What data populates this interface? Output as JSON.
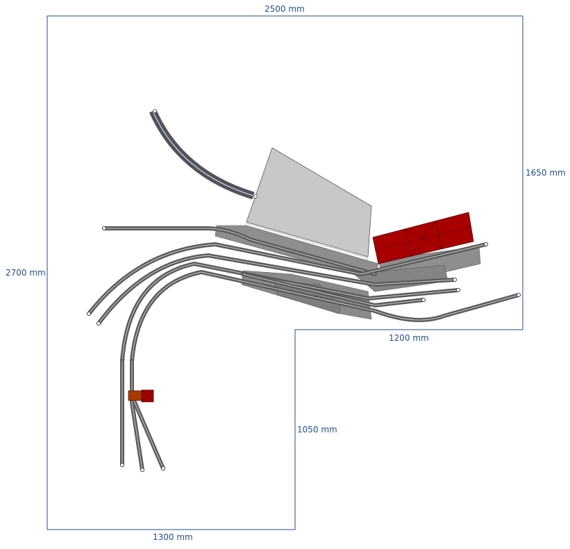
{
  "dimensions": {
    "top": "2500 mm",
    "left": "2700 mm",
    "right_upper": "1650 mm",
    "inner_top": "1200 mm",
    "inner_right": "1050 mm",
    "bottom": "1300 mm"
  },
  "colors": {
    "outline": "#1f4e8c",
    "track_rail": "#3a3a3a",
    "track_sleeper": "#9a9a9a",
    "track_dark": "#505260",
    "platform": "#8c8c8c",
    "platform_dark": "#777777",
    "hill": "#c8c8c8",
    "building": "#a80000",
    "building_line": "#550000",
    "buffer": "#a83a00"
  }
}
